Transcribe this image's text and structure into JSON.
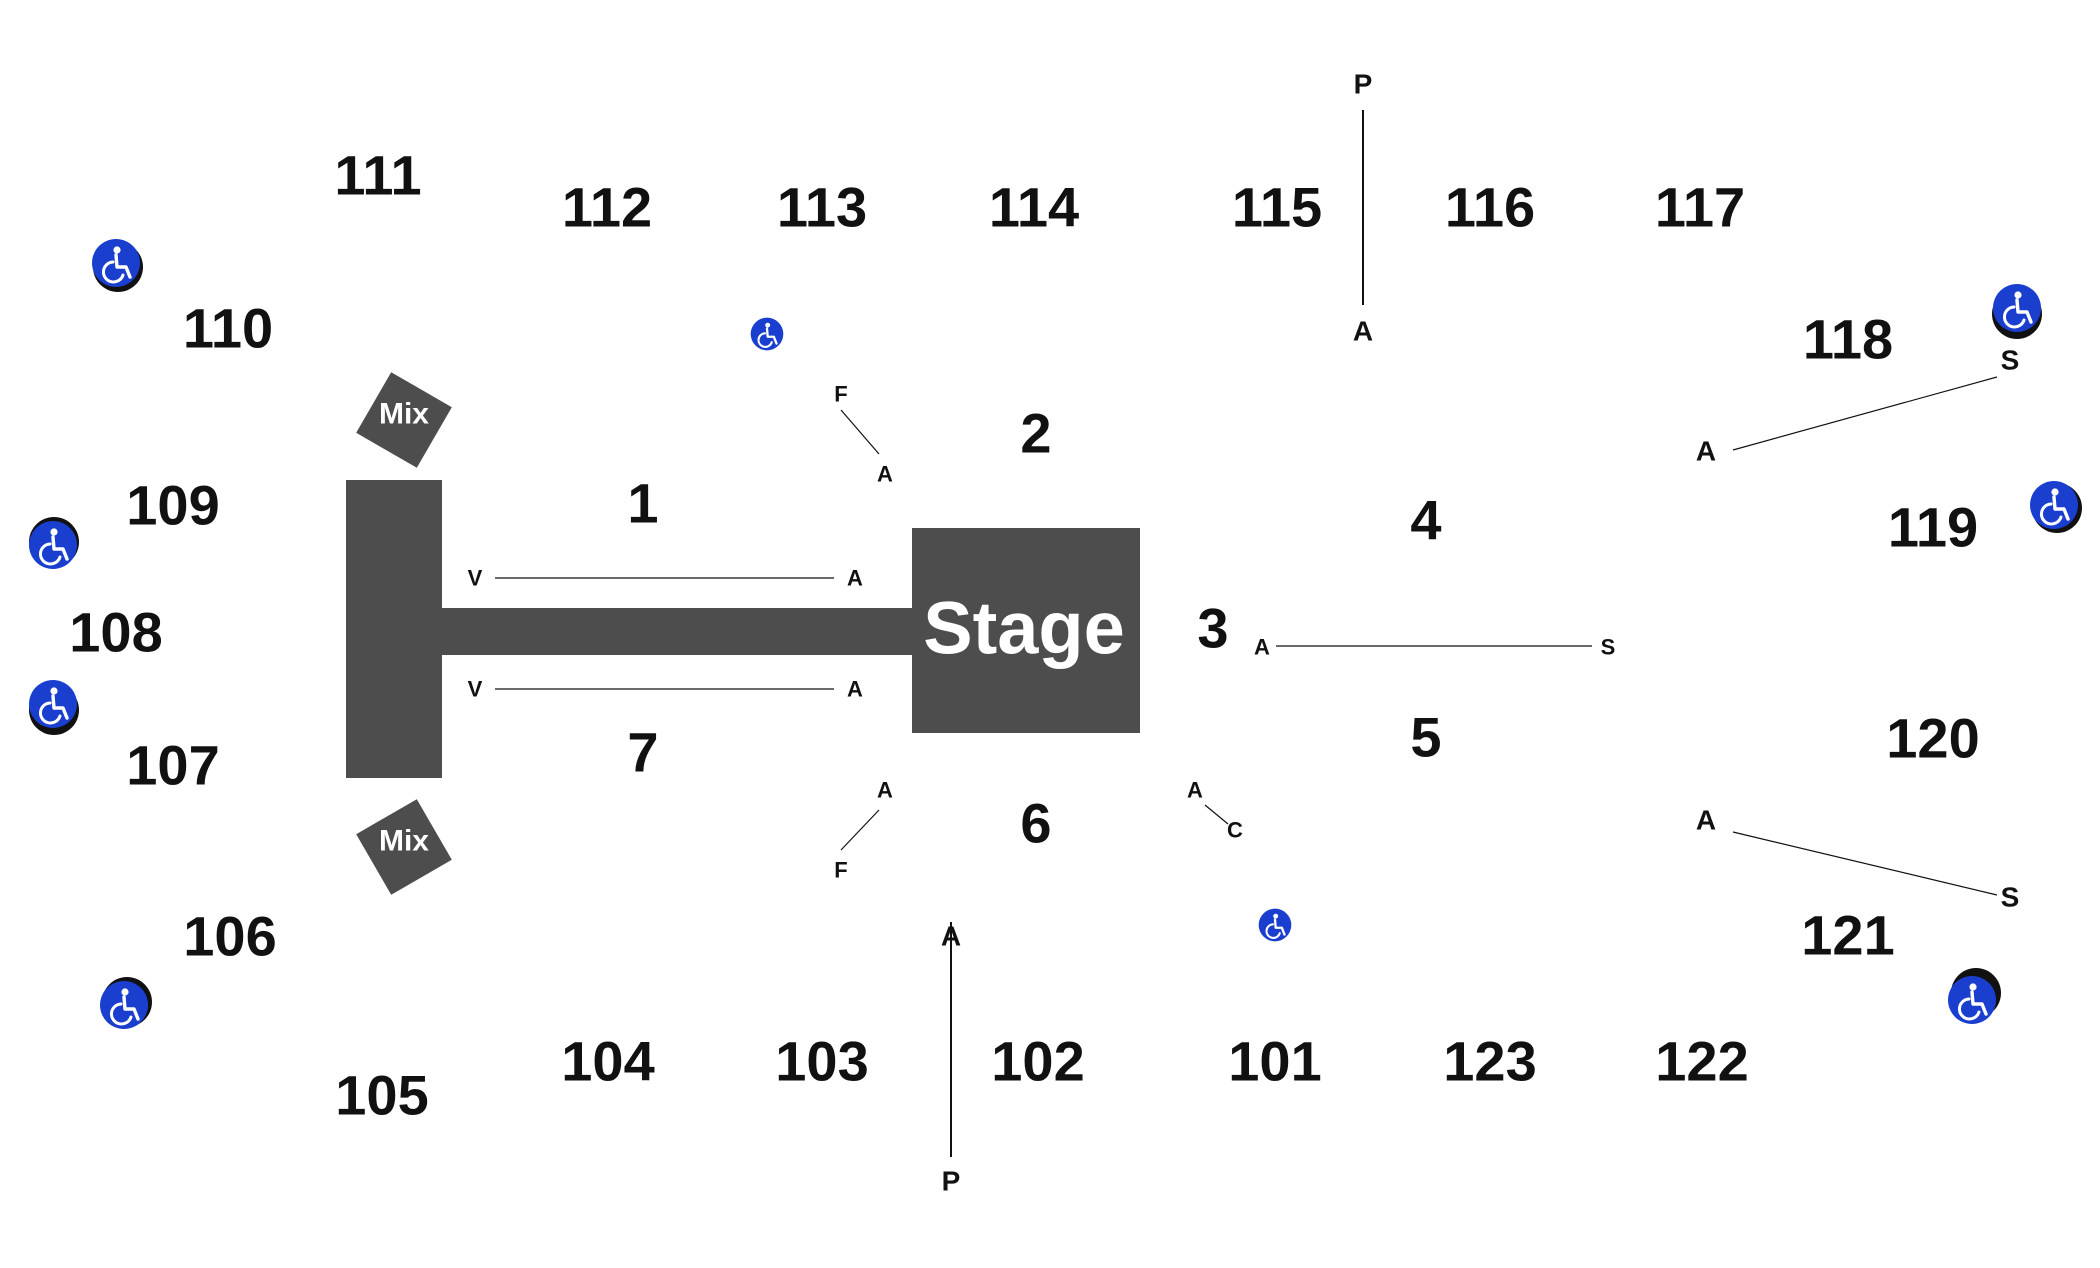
{
  "stage": {
    "label": "Stage",
    "color": "#4d4d4d"
  },
  "mix": {
    "label": "Mix"
  },
  "accessible": {
    "icon": "wheelchair-icon",
    "color": "#1a3fcf"
  },
  "floor_sections": {
    "s1": "1",
    "s2": "2",
    "s3": "3",
    "s4": "4",
    "s5": "5",
    "s6": "6",
    "s7": "7"
  },
  "sections": {
    "s101": "101",
    "s102": "102",
    "s103": "103",
    "s104": "104",
    "s105": "105",
    "s106": "106",
    "s107": "107",
    "s108": "108",
    "s109": "109",
    "s110": "110",
    "s111": "111",
    "s112": "112",
    "s113": "113",
    "s114": "114",
    "s115": "115",
    "s116": "116",
    "s117": "117",
    "s118": "118",
    "s119": "119",
    "s120": "120",
    "s121": "121",
    "s122": "122",
    "s123": "123"
  },
  "row_labels": {
    "top_p": "P",
    "top_a": "A",
    "bottom_a": "A",
    "bottom_p": "P",
    "s1_v": "V",
    "s1_a": "A",
    "s7_v": "V",
    "s7_a": "A",
    "s2_f": "F",
    "s2_a": "A",
    "s6_a": "A",
    "s6_f": "F",
    "s5_a": "A",
    "s5_c": "C",
    "s3_a": "A",
    "s3_s": "S",
    "s118_a": "A",
    "s118_s": "S",
    "s121_a": "A",
    "s121_s": "S"
  }
}
